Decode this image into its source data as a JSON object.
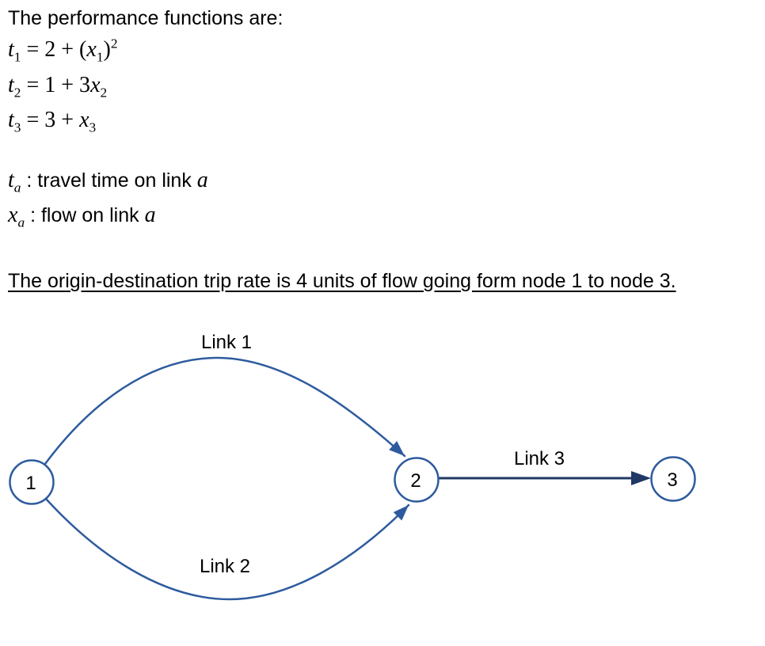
{
  "intro": {
    "text": "The performance functions are:"
  },
  "formulas": [
    {
      "name": "t1",
      "segments": [
        [
          "i",
          "t"
        ],
        [
          "sub",
          "1"
        ],
        [
          "n",
          " = 2 + ("
        ],
        [
          "i",
          "x"
        ],
        [
          "sub",
          "1"
        ],
        [
          "n",
          ")"
        ],
        [
          "sup",
          "2"
        ]
      ]
    },
    {
      "name": "t2",
      "segments": [
        [
          "i",
          "t"
        ],
        [
          "sub",
          "2"
        ],
        [
          "n",
          " = 1 + 3"
        ],
        [
          "i",
          "x"
        ],
        [
          "sub",
          "2"
        ]
      ]
    },
    {
      "name": "t3",
      "segments": [
        [
          "i",
          "t"
        ],
        [
          "sub",
          "3"
        ],
        [
          "n",
          " = 3 + "
        ],
        [
          "i",
          "x"
        ],
        [
          "sub",
          "3"
        ]
      ]
    }
  ],
  "definitions": [
    {
      "name": "ta",
      "segments": [
        [
          "i",
          "t"
        ],
        [
          "subi",
          "a"
        ],
        [
          "tx",
          " : travel time on link "
        ],
        [
          "i",
          "a"
        ]
      ]
    },
    {
      "name": "xa",
      "segments": [
        [
          "i",
          "x"
        ],
        [
          "subi",
          "a"
        ],
        [
          "tx",
          " : flow on link "
        ],
        [
          "i",
          "a"
        ]
      ]
    }
  ],
  "od_statement": {
    "text": "The origin-destination trip rate is 4 units of flow going form node 1 to node 3."
  },
  "diagram": {
    "nodes": [
      {
        "label": "1"
      },
      {
        "label": "2"
      },
      {
        "label": "3"
      }
    ],
    "links": [
      {
        "label": "Link 1"
      },
      {
        "label": "Link 2"
      },
      {
        "label": "Link 3"
      }
    ],
    "colors": {
      "curve_blue": "#2e5b9e",
      "dark_navy": "#1f3864",
      "node_fill": "#ffffff",
      "label_text": "#000000"
    }
  }
}
